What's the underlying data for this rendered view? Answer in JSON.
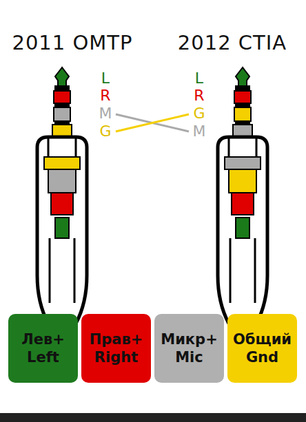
{
  "diagram": {
    "nodes": [
      {
        "text": [
          "Лев+",
          "Left"
        ]
      },
      {
        "text": [
          "Прав+",
          "Right"
        ]
      },
      {
        "text": [
          "Микр+",
          "Mic"
        ]
      },
      {
        "text": [
          "Общий",
          "Gnd"
        ]
      }
    ],
    "labels": [
      "2011 OMTP",
      "2012 CTIA",
      "L",
      "R",
      "M",
      "G",
      "L",
      "R",
      "G",
      "M"
    ]
  }
}
